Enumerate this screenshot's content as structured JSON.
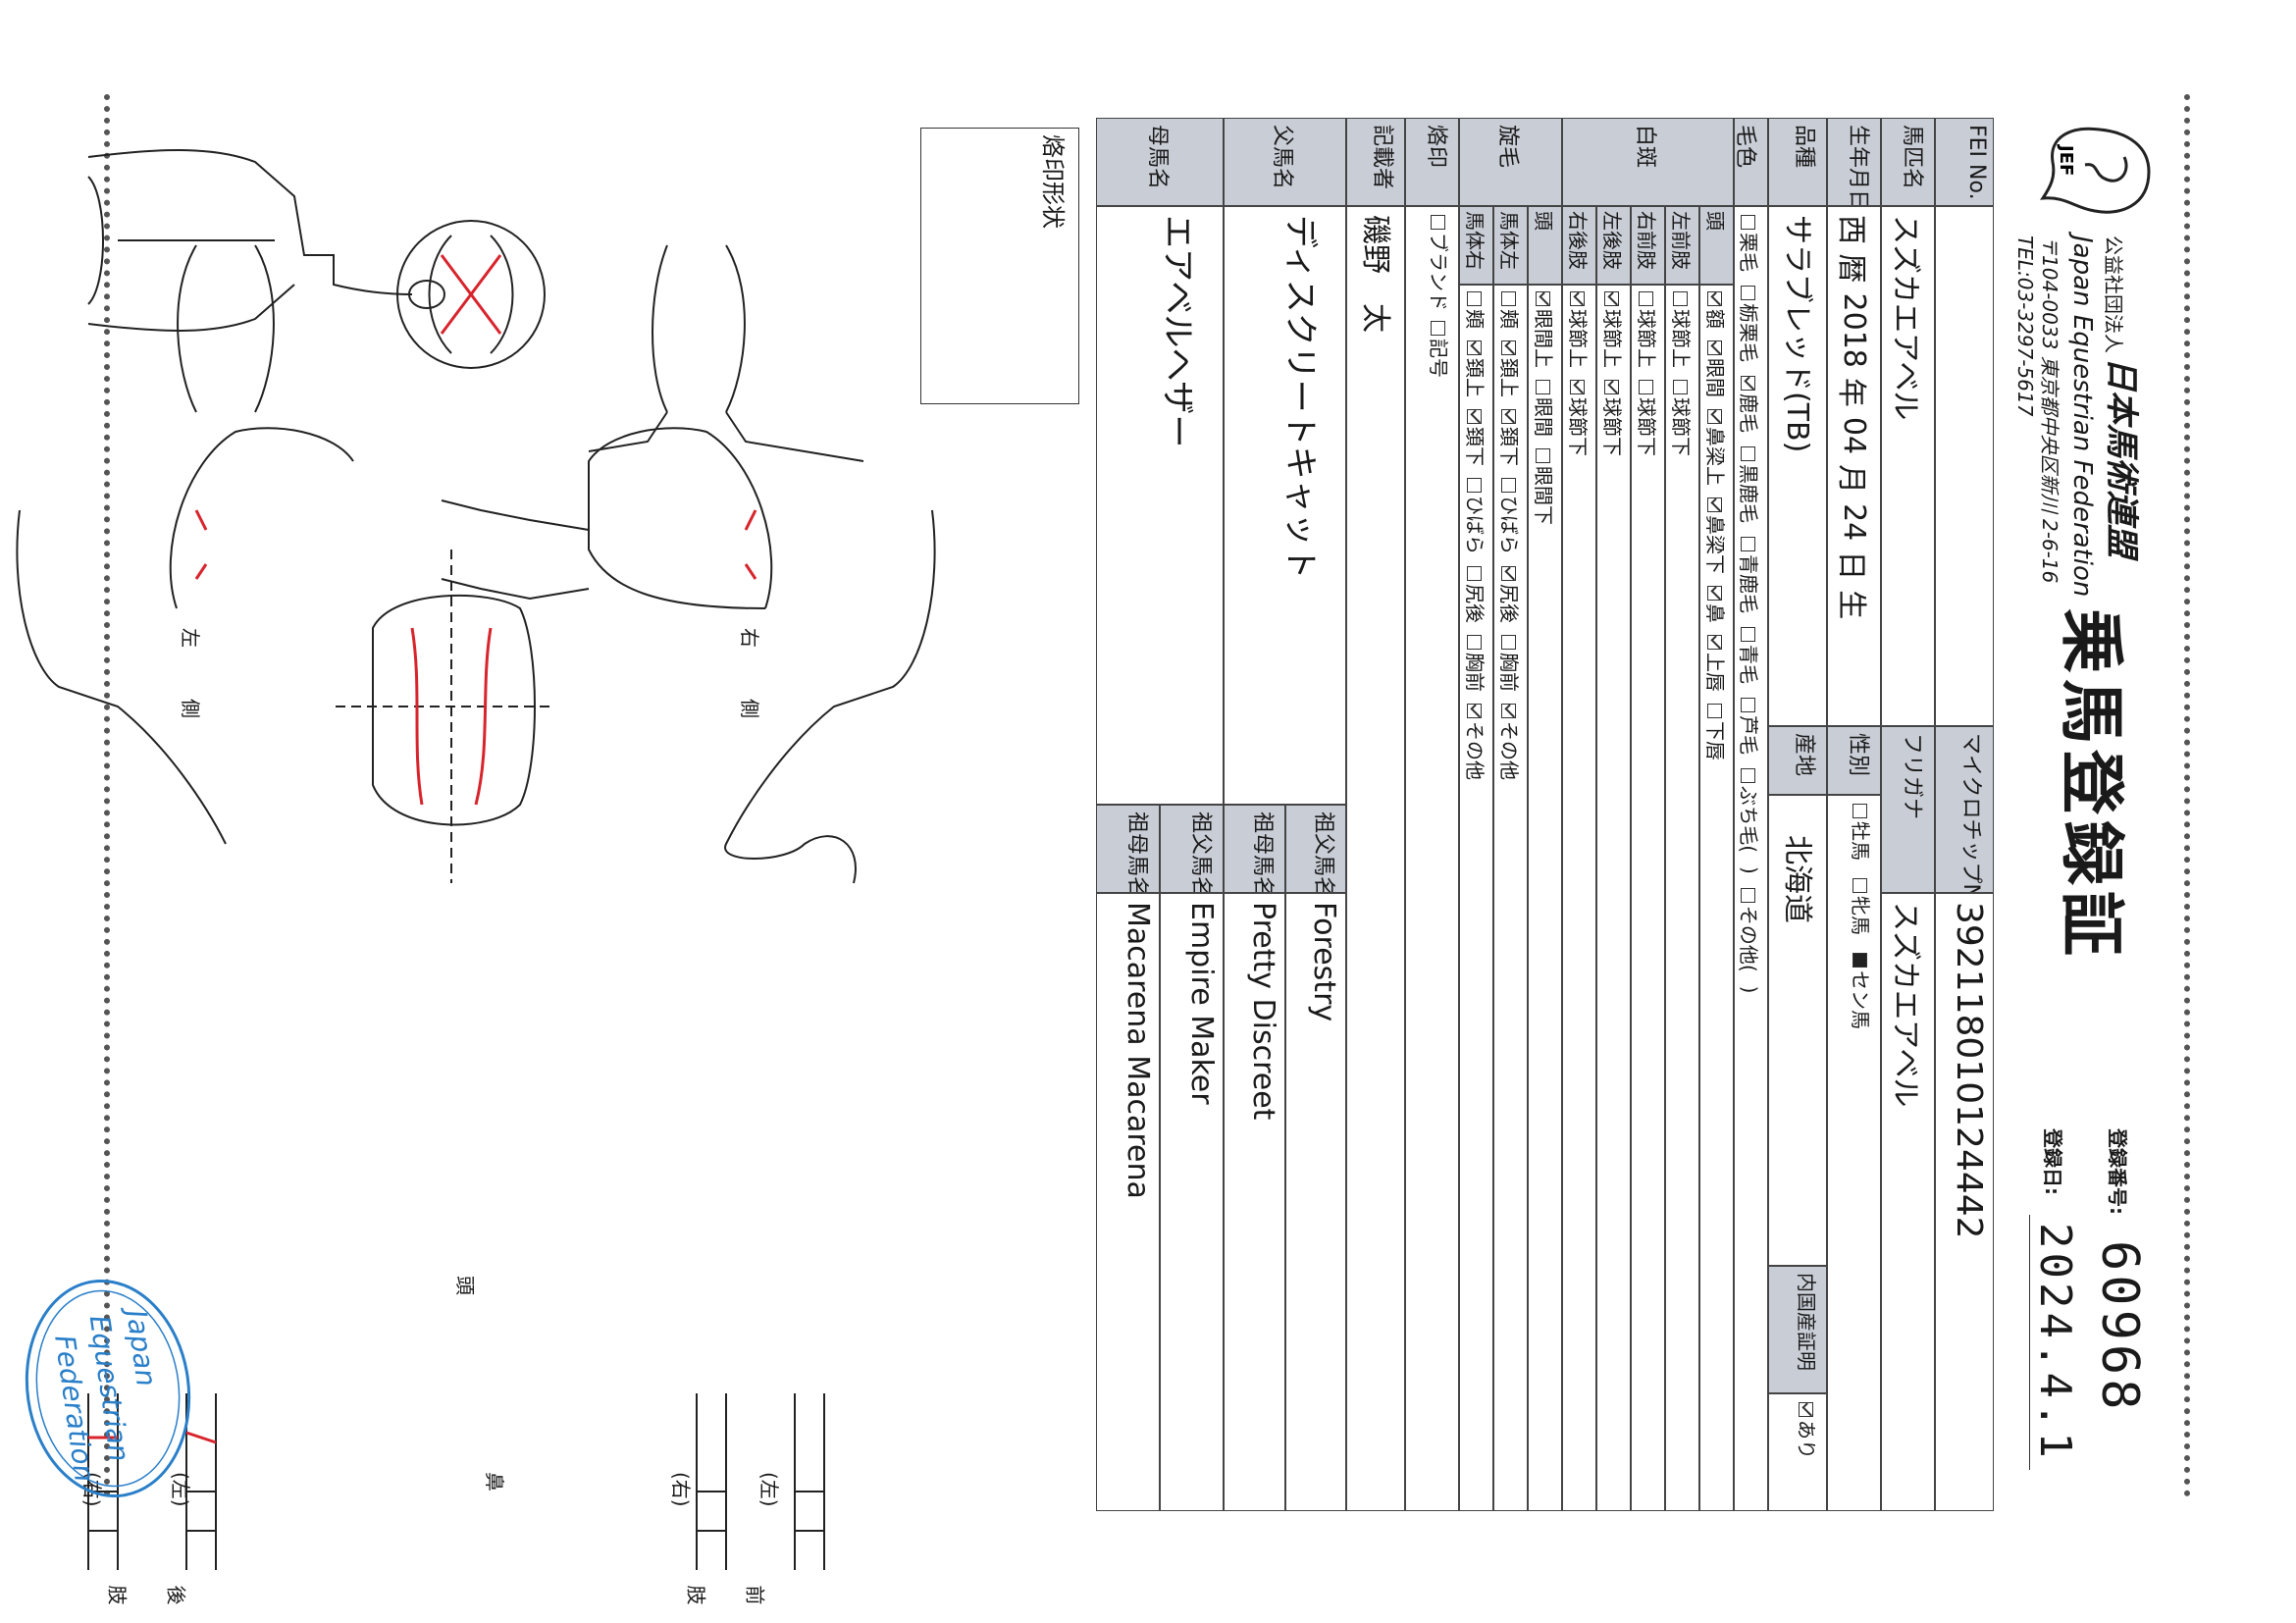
{
  "header": {
    "org_prefix": "公益社団法人",
    "org_name": "日本馬術連盟",
    "org_en": "Japan Equestrian Federation",
    "address": "〒104-0033 東京都中央区新川 2-6-16",
    "tel": "TEL:03-3297-5617",
    "title": "乗馬登録証",
    "reg_no_label": "登録番号:",
    "reg_no": "60968",
    "reg_date_label": "登録日:",
    "reg_date": "2024.4.1",
    "logo_text": "JEF"
  },
  "form": {
    "fei_label": "FEI No.",
    "microchip_label": "マイクロチップNo.",
    "microchip": "392118010124442",
    "name_label": "馬匹名",
    "name": "スズカエアベル",
    "furigana_label": "フリガナ",
    "furigana": "スズカエアベル",
    "birth_label": "生年月日",
    "birth_era": "西 暦",
    "birth_year": "2018",
    "birth_month": "04",
    "birth_day": "24",
    "birth_units": [
      "年",
      "月",
      "日",
      "生"
    ],
    "sex_label": "性別",
    "sex_options": [
      {
        "label": "牡馬",
        "state": "off"
      },
      {
        "label": "牝馬",
        "state": "off"
      },
      {
        "label": "セン馬",
        "state": "fill"
      }
    ],
    "breed_label": "品種",
    "breed": "サラブレッド(TB)",
    "origin_label": "産地",
    "origin": "北海道",
    "domestic_label": "内国産証明",
    "domestic_value": "あり",
    "coat_label": "毛色",
    "coat_options": [
      {
        "label": "栗毛",
        "state": "off"
      },
      {
        "label": "栃栗毛",
        "state": "off"
      },
      {
        "label": "鹿毛",
        "state": "on"
      },
      {
        "label": "黒鹿毛",
        "state": "off"
      },
      {
        "label": "青鹿毛",
        "state": "off"
      },
      {
        "label": "青毛",
        "state": "off"
      },
      {
        "label": "芦毛",
        "state": "off"
      },
      {
        "label": "ぶち毛(",
        "state": "off"
      },
      {
        "label": ")",
        "state": "none"
      },
      {
        "label": "その他(",
        "state": "off"
      },
      {
        "label": ")",
        "state": "none"
      }
    ],
    "white_label": "白斑",
    "white_rows": [
      {
        "part": "頭",
        "items": [
          {
            "label": "額",
            "state": "on"
          },
          {
            "label": "眼間",
            "state": "on"
          },
          {
            "label": "鼻梁上",
            "state": "on"
          },
          {
            "label": "鼻梁下",
            "state": "on"
          },
          {
            "label": "鼻",
            "state": "on"
          },
          {
            "label": "上唇",
            "state": "on"
          },
          {
            "label": "下唇",
            "state": "off"
          }
        ]
      },
      {
        "part": "左前肢",
        "items": [
          {
            "label": "球節上",
            "state": "off"
          },
          {
            "label": "球節下",
            "state": "off"
          }
        ]
      },
      {
        "part": "右前肢",
        "items": [
          {
            "label": "球節上",
            "state": "off"
          },
          {
            "label": "球節下",
            "state": "off"
          }
        ]
      },
      {
        "part": "左後肢",
        "items": [
          {
            "label": "球節上",
            "state": "on"
          },
          {
            "label": "球節下",
            "state": "on"
          }
        ]
      },
      {
        "part": "右後肢",
        "items": [
          {
            "label": "球節上",
            "state": "on"
          },
          {
            "label": "球節下",
            "state": "on"
          }
        ]
      }
    ],
    "whorl_label": "旋毛",
    "whorl_rows": [
      {
        "part": "頭",
        "items": [
          {
            "label": "眼間上",
            "state": "on"
          },
          {
            "label": "眼間",
            "state": "off"
          },
          {
            "label": "眼間下",
            "state": "off"
          }
        ]
      },
      {
        "part": "馬体左",
        "items": [
          {
            "label": "頬",
            "state": "off"
          },
          {
            "label": "頚上",
            "state": "on"
          },
          {
            "label": "頚下",
            "state": "on"
          },
          {
            "label": "ひばら",
            "state": "off"
          },
          {
            "label": "尻後",
            "state": "on"
          },
          {
            "label": "胸前",
            "state": "off"
          },
          {
            "label": "その他",
            "state": "on"
          }
        ]
      },
      {
        "part": "馬体右",
        "items": [
          {
            "label": "頬",
            "state": "off"
          },
          {
            "label": "頚上",
            "state": "on"
          },
          {
            "label": "頚下",
            "state": "on"
          },
          {
            "label": "ひばら",
            "state": "off"
          },
          {
            "label": "尻後",
            "state": "off"
          },
          {
            "label": "胸前",
            "state": "off"
          },
          {
            "label": "その他",
            "state": "on"
          }
        ]
      }
    ],
    "brand_label": "烙印",
    "brand_options": [
      {
        "label": "ブランド",
        "state": "off"
      },
      {
        "label": "記号",
        "state": "off"
      }
    ],
    "recorder_label": "記載者",
    "recorder": "磯野　太",
    "sire_label": "父馬名",
    "sire": "ディスクリートキャット",
    "dam_label": "母馬名",
    "dam": "エアベルヘザー",
    "gs_label": "祖父馬名",
    "gs": "Forestry",
    "gd_label": "祖母馬名",
    "gd": "Pretty  Discreet",
    "dgs_label": "祖父馬名",
    "dgs": "Empire Maker",
    "dgd_label": "祖母馬名",
    "dgd": "Macarena Macarena"
  },
  "diagrams": {
    "brand_box_label": "烙印形状",
    "right_side": "右　　側",
    "left_side": "左　　側",
    "head": "頭",
    "nose": "鼻",
    "fore_left": "(左)",
    "fore_right": "(右)",
    "fore": "前　　肢",
    "hind_left": "(左)",
    "hind_right": "(右)",
    "hind": "後　　肢"
  },
  "stamp": {
    "line1": "Japan",
    "line2": "Equestrian",
    "line3": "Federation"
  },
  "colors": {
    "label_bg": "#c9cdd6",
    "ink": "#1a1a1a",
    "marking_red": "#d8242c",
    "stamp_blue": "#2a7fc9"
  }
}
